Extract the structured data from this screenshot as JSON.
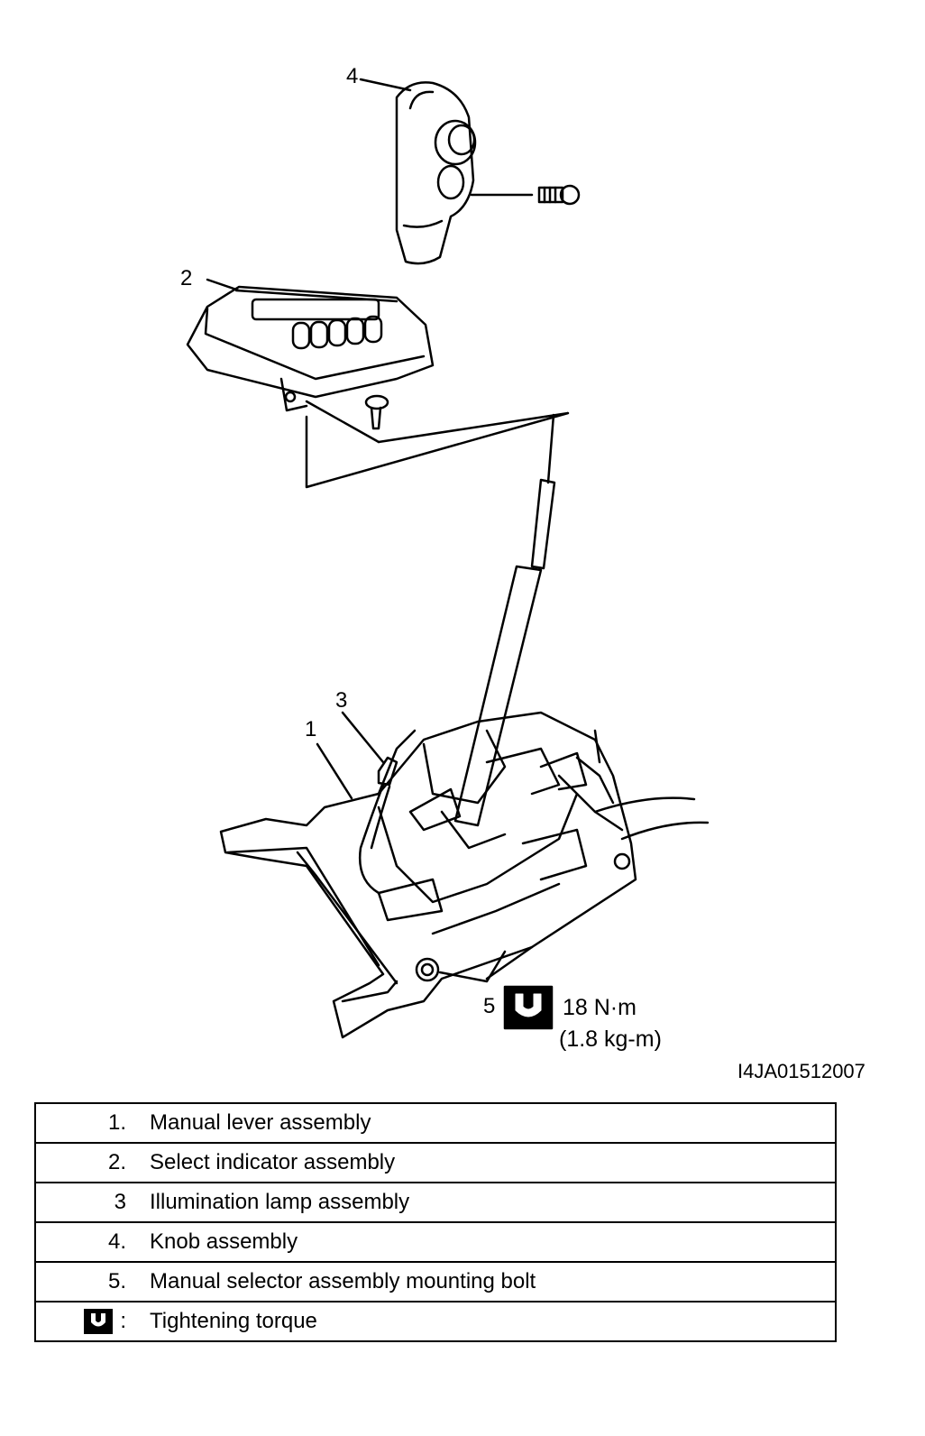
{
  "callouts": {
    "c1": "1",
    "c2": "2",
    "c3": "3",
    "c4": "4",
    "c5": "5"
  },
  "torque": {
    "value": "18 N·m",
    "alt_value": "(1.8 kg-m)"
  },
  "figure_id": "I4JA01512007",
  "legend": [
    {
      "num": "1.",
      "desc": "Manual lever assembly"
    },
    {
      "num": "2.",
      "desc": "Select indicator assembly"
    },
    {
      "num": "3",
      "desc": "Illumination lamp assembly"
    },
    {
      "num": "4.",
      "desc": "Knob assembly"
    },
    {
      "num": "5.",
      "desc": "Manual selector assembly mounting bolt"
    },
    {
      "num": ":",
      "desc": "Tightening torque",
      "icon": "torque-wrench-icon"
    }
  ]
}
